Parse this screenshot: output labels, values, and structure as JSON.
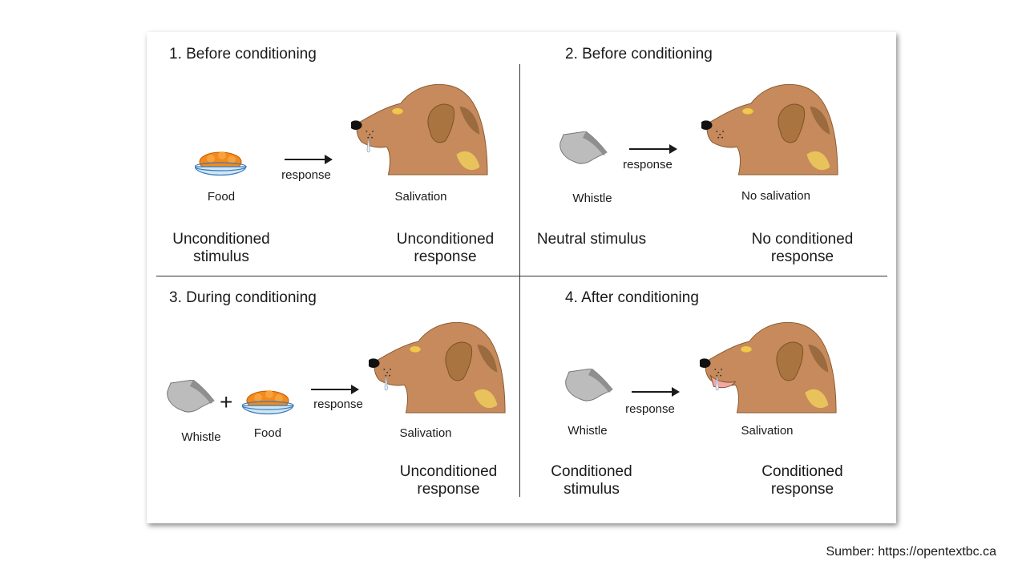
{
  "panels": [
    {
      "title": "1. Before conditioning",
      "stimulus_labels": [
        "Food"
      ],
      "arrow_label": "response",
      "response_label": "Salivation",
      "stimulus_type": "Unconditioned stimulus",
      "response_type": "Unconditioned response"
    },
    {
      "title": "2. Before conditioning",
      "stimulus_labels": [
        "Whistle"
      ],
      "arrow_label": "response",
      "response_label": "No salivation",
      "stimulus_type": "Neutral stimulus",
      "response_type": "No conditioned response"
    },
    {
      "title": "3. During conditioning",
      "stimulus_labels": [
        "Whistle",
        "Food"
      ],
      "plus_sign": "+",
      "arrow_label": "response",
      "response_label": "Salivation",
      "response_type": "Unconditioned response"
    },
    {
      "title": "4. After conditioning",
      "stimulus_labels": [
        "Whistle"
      ],
      "arrow_label": "response",
      "response_label": "Salivation",
      "stimulus_type": "Conditioned stimulus",
      "response_type": "Conditioned response"
    }
  ],
  "source": "Sumber: https://opentextbc.ca",
  "icons": [
    "food-bowl-icon",
    "whistle-icon",
    "dog-head-icon",
    "arrow-icon"
  ],
  "colors": {
    "fur": "#c68a5c",
    "fur_dark": "#9b6a3f",
    "fur_light": "#e8c35c",
    "food": "#f28a1e",
    "bowl": "#cfe6f5",
    "whistle": "#bcbcbc"
  }
}
